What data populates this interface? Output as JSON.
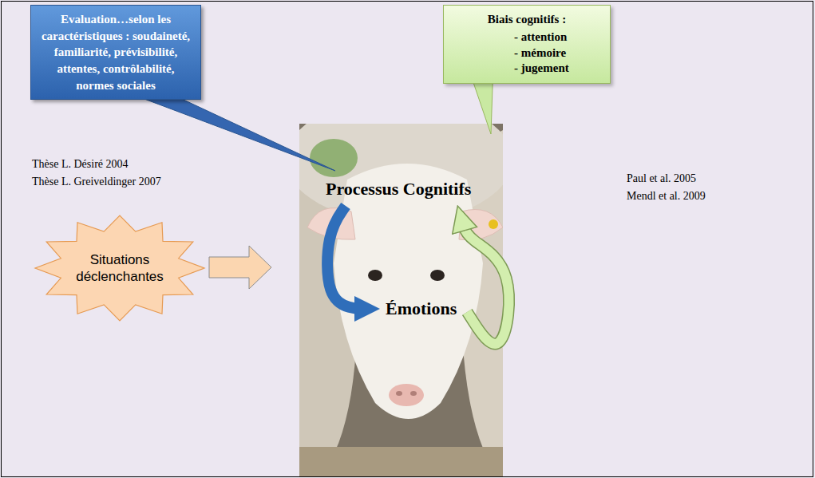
{
  "diagram": {
    "nodes": [
      {
        "text": [
          "Evaluation…selon les caractéristiques : soudaineté, familiarité, prévisibilité, attentes, contrôlabilité, normes sociales"
        ]
      },
      {
        "text": [
          "Biais cognitifs :",
          "- attention",
          "- mémoire",
          "- jugement"
        ]
      },
      {
        "text": [
          "Situations déclenchantes"
        ]
      },
      {
        "text": [
          "Processus Cognitifs"
        ]
      },
      {
        "text": [
          "Émotions"
        ]
      }
    ],
    "edges": [
      {
        "from": 3,
        "to": 4,
        "arrow": "to"
      },
      {
        "from": 4,
        "to": 3,
        "arrow": "to"
      }
    ],
    "labels": [
      "Thèse L. Désiré 2004",
      "Thèse L. Greiveldinger 2007",
      "Paul et al. 2005",
      "Mendl et al. 2009"
    ]
  }
}
